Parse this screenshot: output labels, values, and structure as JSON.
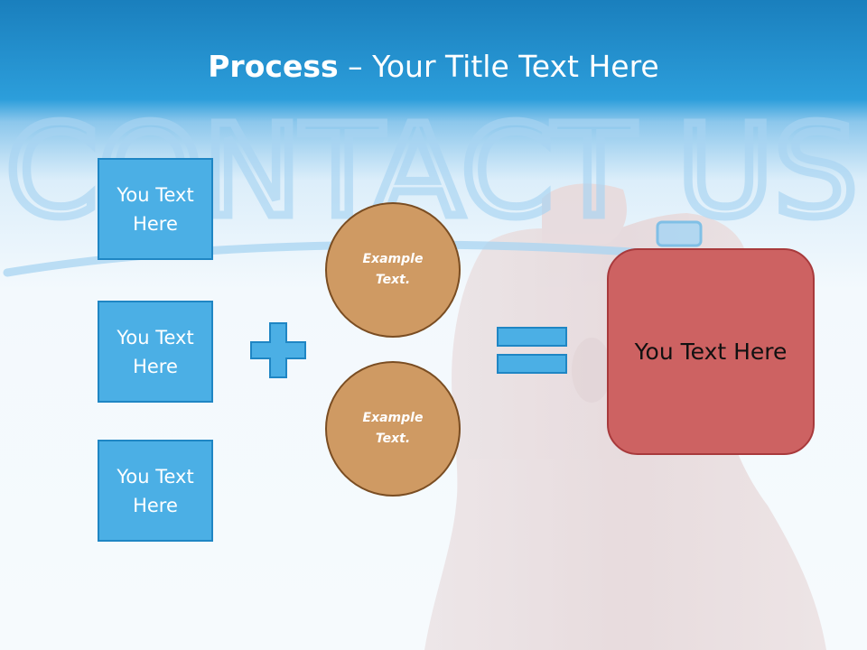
{
  "slide": {
    "title_bold": "Process",
    "title_rest": " – Your Title Text Here",
    "background_text": "CONTACT US",
    "colors": {
      "header": "#2c9edb",
      "box_fill": "#4bafe5",
      "circle_fill": "#cf9a63",
      "result_fill": "#cd6262"
    }
  },
  "boxes": [
    {
      "label": "You Text Here"
    },
    {
      "label": "You Text Here"
    },
    {
      "label": "You Text Here"
    }
  ],
  "circles": [
    {
      "label": "Example Text."
    },
    {
      "label": "Example Text."
    }
  ],
  "operators": {
    "plus_icon": "plus-icon",
    "equals_icon": "equals-icon"
  },
  "result": {
    "label": "You Text Here"
  }
}
